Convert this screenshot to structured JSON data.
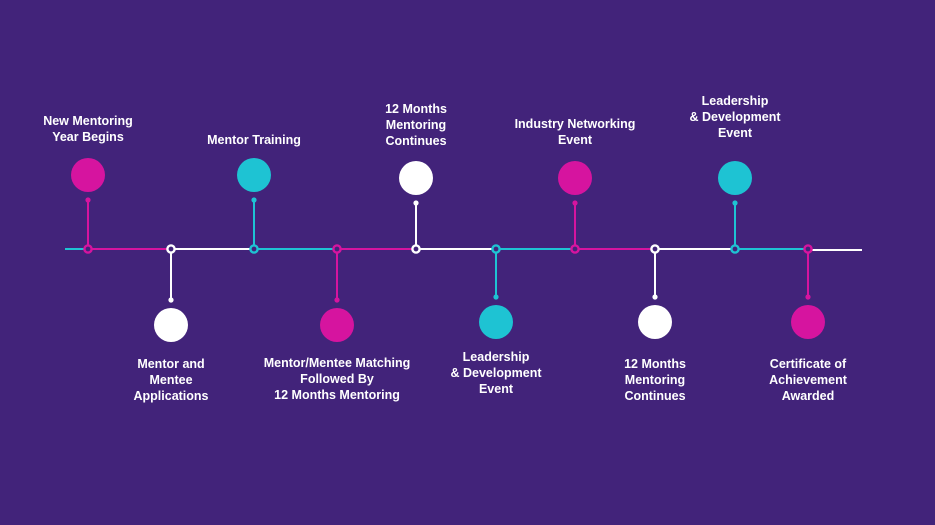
{
  "colors": {
    "background": "#42237a",
    "magenta": "#d6149f",
    "cyan": "#1ec3d3",
    "white": "#ffffff"
  },
  "milestones": [
    {
      "id": "new-mentoring-year-begins",
      "label": "New Mentoring\nYear Begins",
      "position": "above",
      "color": "magenta"
    },
    {
      "id": "mentor-and-mentee-applications",
      "label": "Mentor and\nMentee\nApplications",
      "position": "below",
      "color": "white"
    },
    {
      "id": "mentor-training",
      "label": "Mentor Training",
      "position": "above",
      "color": "cyan"
    },
    {
      "id": "mentor-mentee-matching",
      "label": "Mentor/Mentee Matching\nFollowed By\n12 Months Mentoring",
      "position": "below",
      "color": "magenta"
    },
    {
      "id": "12-months-mentoring-continues-1",
      "label": "12 Months\nMentoring\nContinues",
      "position": "above",
      "color": "white"
    },
    {
      "id": "leadership-development-event-1",
      "label": "Leadership\n& Development\nEvent",
      "position": "below",
      "color": "cyan"
    },
    {
      "id": "industry-networking-event",
      "label": "Industry Networking\nEvent",
      "position": "above",
      "color": "magenta"
    },
    {
      "id": "12-months-mentoring-continues-2",
      "label": "12 Months\nMentoring\nContinues",
      "position": "below",
      "color": "white"
    },
    {
      "id": "leadership-development-event-2",
      "label": "Leadership\n& Development\nEvent",
      "position": "above",
      "color": "cyan"
    },
    {
      "id": "certificate-of-achievement-awarded",
      "label": "Certificate of Achievement\nAwarded",
      "position": "below",
      "color": "magenta"
    }
  ]
}
